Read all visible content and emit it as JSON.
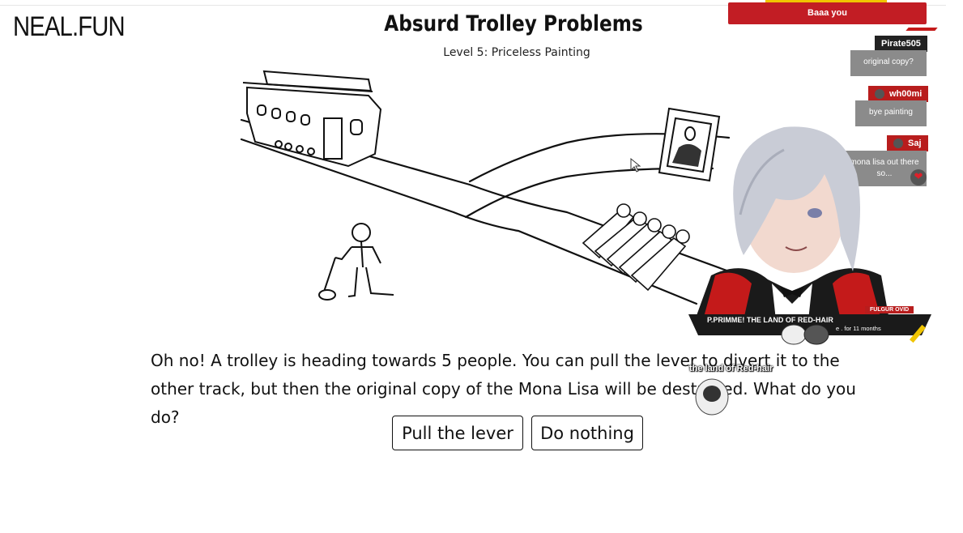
{
  "header": {
    "logo": "NEAL.FUN",
    "title": "Absurd Trolley Problems",
    "subtitle": "Level 5: Priceless Painting"
  },
  "question": "Oh no! A trolley is heading towards 5 people. You can pull the lever to divert it to the other track, but then the original copy of the Mona Lisa will be destroyed. What do you do?",
  "buttons": {
    "pull": "Pull the lever",
    "nothing": "Do nothing"
  },
  "stream_overlay": {
    "alert_text": "Baaa you",
    "chat": [
      {
        "user": "Pirate505",
        "message": "original copy?"
      },
      {
        "user": "wh00mi",
        "message": "bye painting"
      },
      {
        "user": "Saj",
        "message": "mona lisa out there so..."
      }
    ],
    "banner_title": "P.PRIMME! THE LAND OF RED-HAIR",
    "banner_sub": "e . for 11 months",
    "banner_tag": "FULGUR OVID",
    "caption": "the land of Red-hair"
  },
  "colors": {
    "accent_red": "#c21d24",
    "chat_bubble": "#8b8b8b",
    "accent_yellow": "#f0c400"
  }
}
